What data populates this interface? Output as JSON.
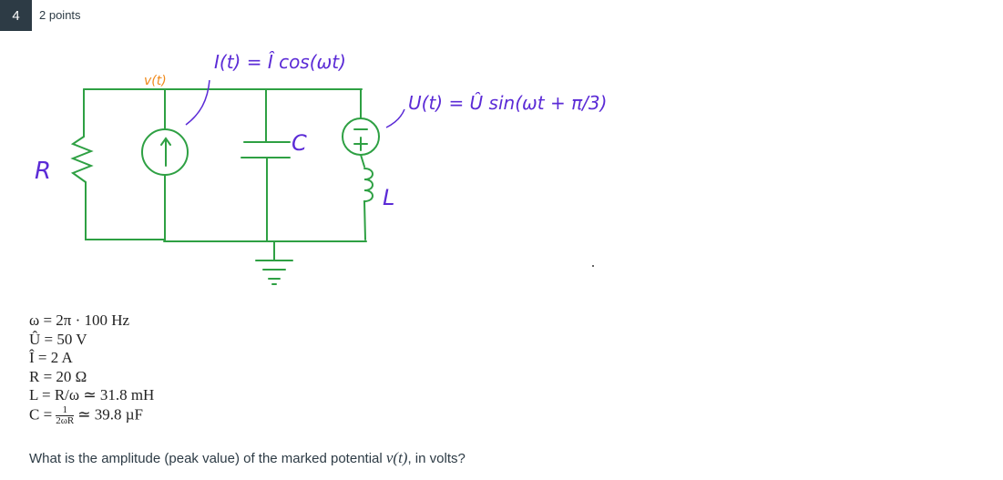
{
  "question": {
    "number": "4",
    "points": "2 points",
    "prompt_before": "What is the amplitude (peak value) of the marked potential ",
    "prompt_var": "v(t)",
    "prompt_after": ", in volts?"
  },
  "diagram": {
    "label_current": "I(t) = Î cos(ωt)",
    "label_node": "v(t)",
    "label_voltage": "U(t) = Û sin(ωt + π/3)",
    "label_R": "R",
    "label_C": "C",
    "label_L": "L",
    "wire_color": "#2ea043",
    "ink_color": "#5b2bd6",
    "node_color": "#f08a1c"
  },
  "givens": [
    "ω = 2π · 100 Hz",
    "Û = 50 V",
    "Î = 2 A",
    "R = 20 Ω",
    "L = R/ω ≃ 31.8 mH"
  ],
  "given_C": {
    "lhs": "C =",
    "num": "1",
    "den": "2ωR",
    "rhs": "≃ 39.8 µF"
  }
}
